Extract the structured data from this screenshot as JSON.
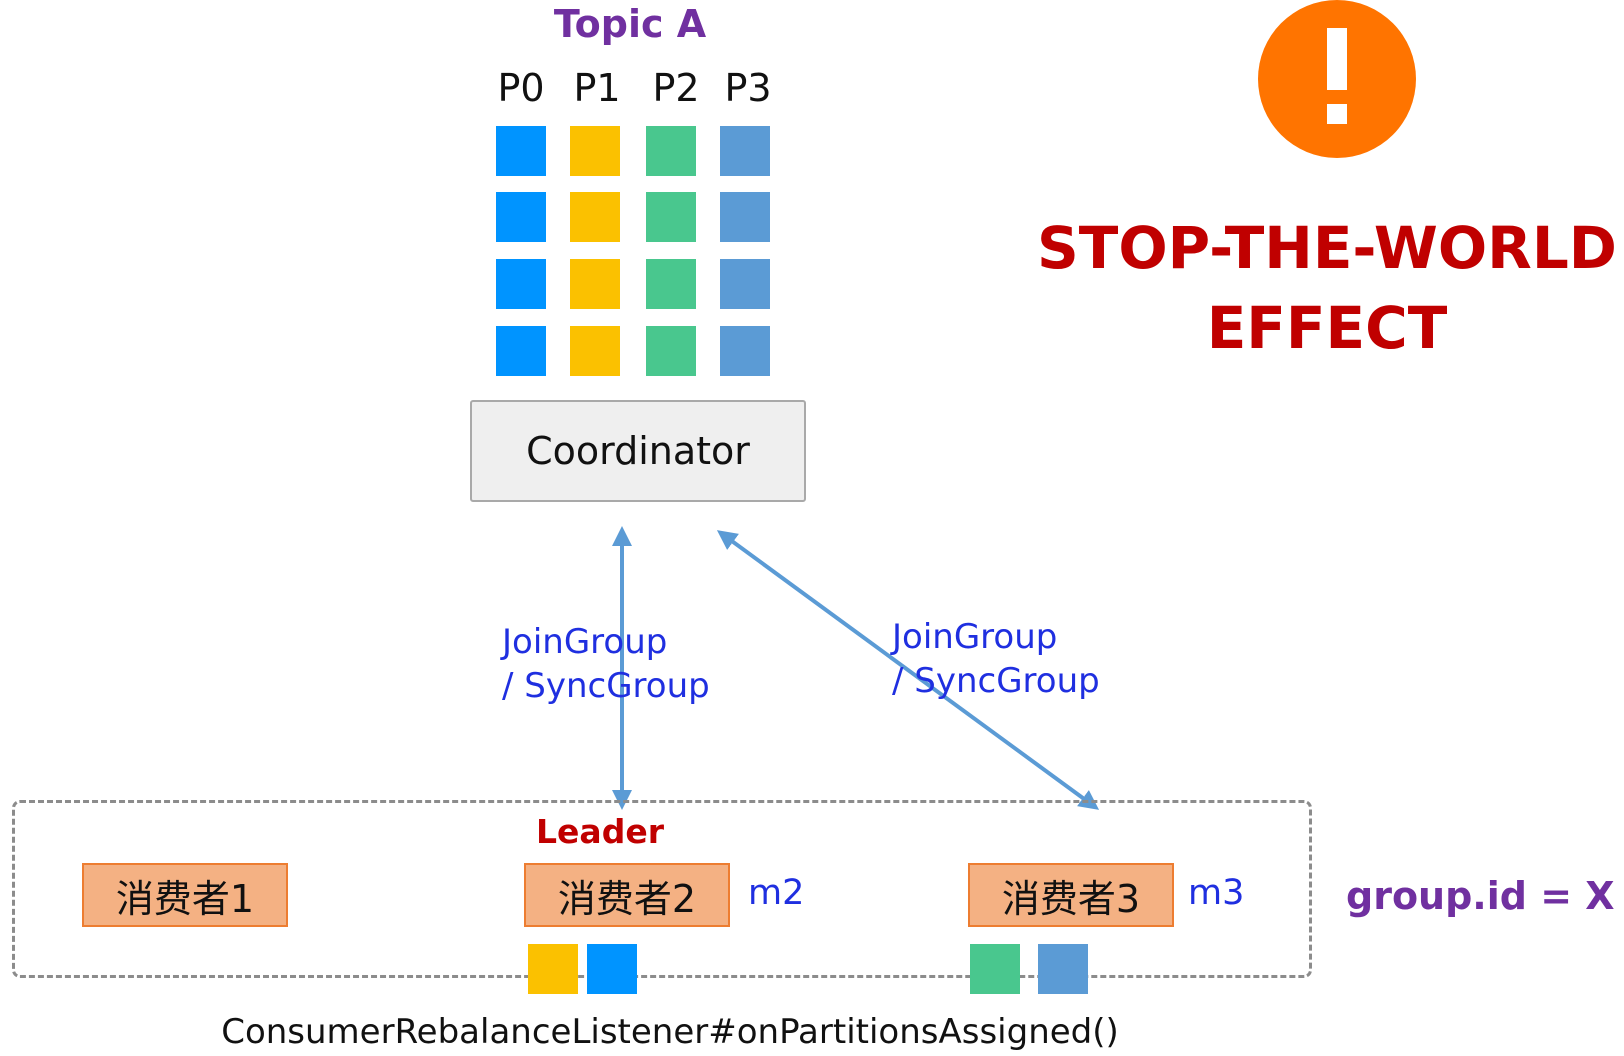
{
  "topic": {
    "title": "Topic A",
    "partitions": [
      {
        "label": "P0",
        "color": "#0094ff"
      },
      {
        "label": "P1",
        "color": "#fbc100"
      },
      {
        "label": "P2",
        "color": "#49c78e"
      },
      {
        "label": "P3",
        "color": "#5b9bd5"
      }
    ]
  },
  "coordinator": {
    "label": "Coordinator"
  },
  "arrows": {
    "left_label_line1": "JoinGroup",
    "left_label_line2": "/ SyncGroup",
    "right_label_line1": "JoinGroup",
    "right_label_line2": "/ SyncGroup",
    "color": "#5b9bd5"
  },
  "warning": {
    "icon": "exclamation-warning-icon",
    "color": "#ff7400",
    "line1": "STOP-THE-WORLD",
    "line2": "EFFECT"
  },
  "group": {
    "leader_label": "Leader",
    "consumers": [
      {
        "label": "消费者1",
        "member": ""
      },
      {
        "label": "消费者2",
        "member": "m2"
      },
      {
        "label": "消费者3",
        "member": "m3"
      }
    ],
    "group_id": "group.id = X",
    "callback": "ConsumerRebalanceListener#onPartitionsAssigned()"
  }
}
